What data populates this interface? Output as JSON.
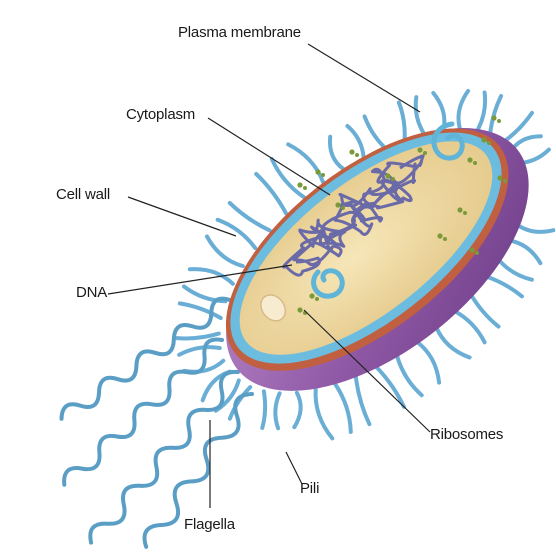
{
  "diagram": {
    "labels": {
      "plasma_membrane": "Plasma membrane",
      "cytoplasm": "Cytoplasm",
      "cell_wall": "Cell wall",
      "dna": "DNA",
      "ribosomes": "Ribosomes",
      "pili": "Pili",
      "flagella": "Flagella"
    },
    "colors": {
      "capsule": "#8b4f9c",
      "cell_wall": "#b85a3c",
      "plasma_membrane": "#5fb4d8",
      "cytoplasm": "#eed9a0",
      "dna": "#6a6aa8",
      "ribosomes": "#7a9a3a",
      "pili": "#6aaed6",
      "flagella": "#5a9ec6",
      "leader_line": "#222222"
    }
  }
}
